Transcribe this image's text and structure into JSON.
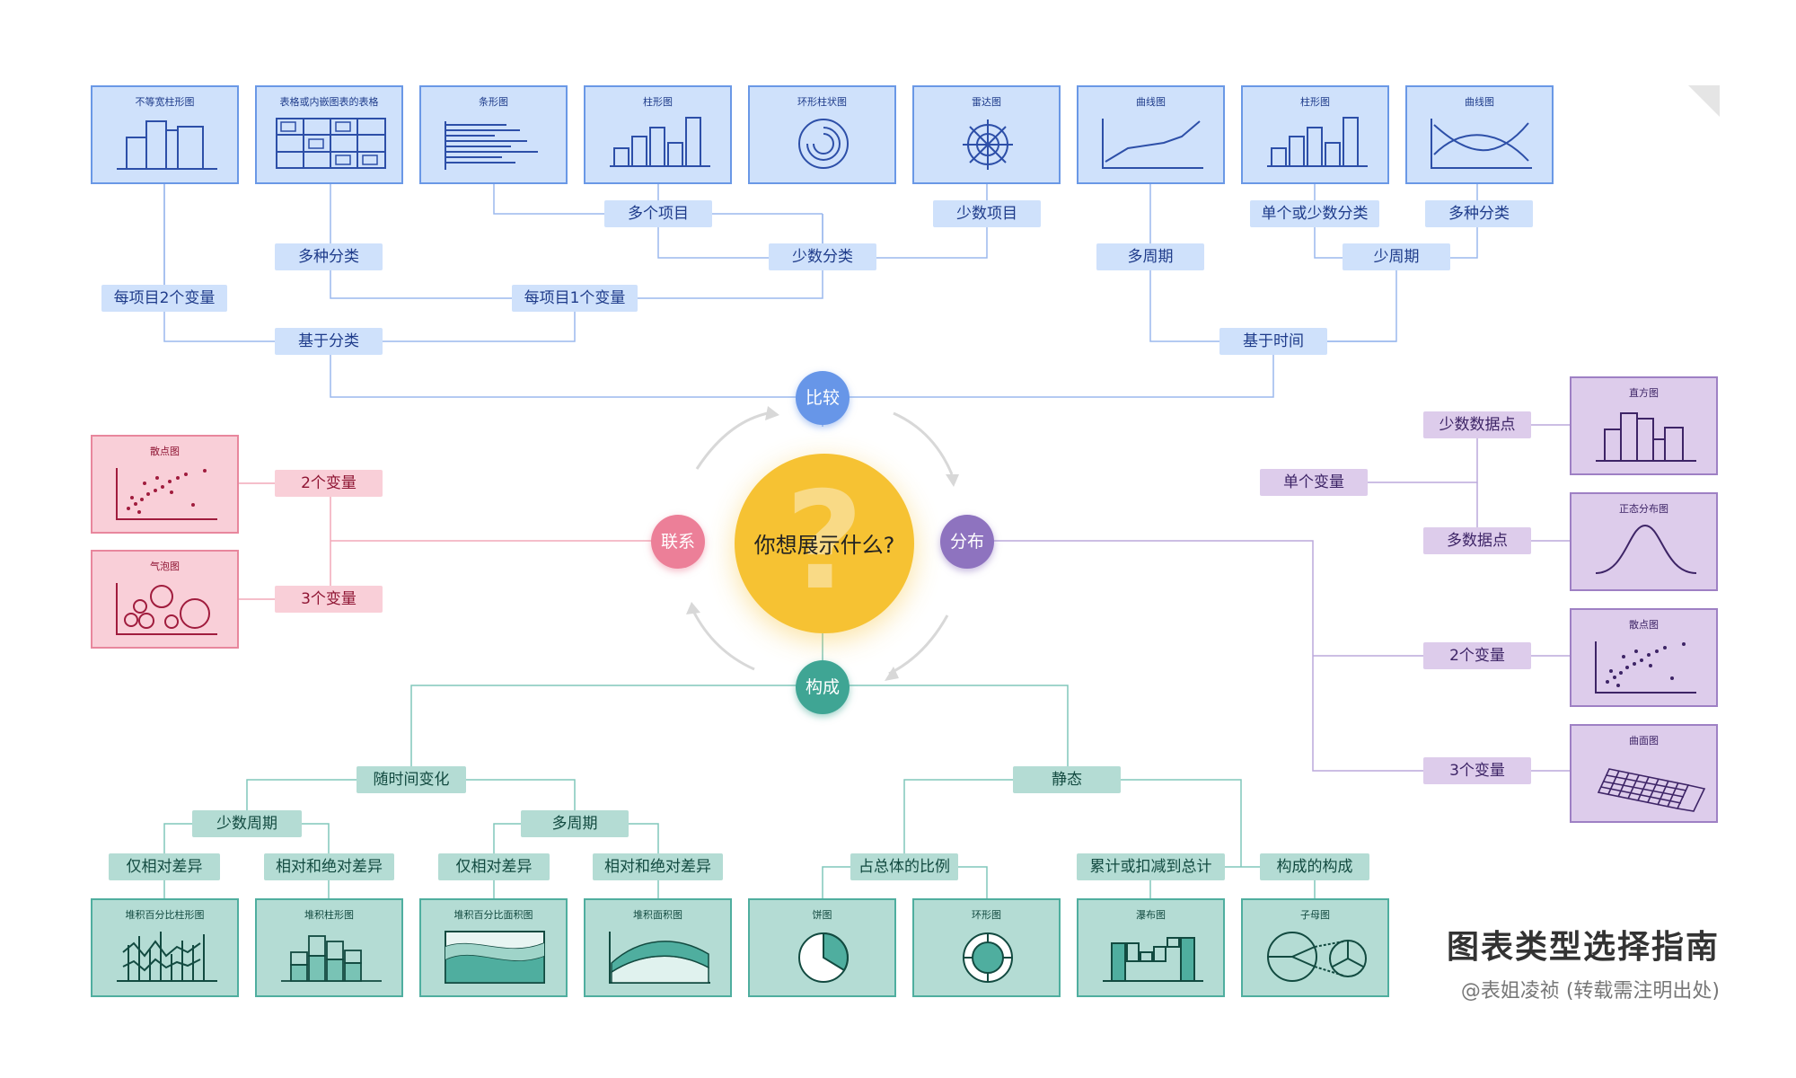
{
  "center": {
    "question": "你想展示什么?",
    "mark": "?"
  },
  "hubs": {
    "compare": "比较",
    "distribution": "分布",
    "relation": "联系",
    "composition": "构成"
  },
  "compare": {
    "labels": {
      "per_item_two_vars": "每项目2个变量",
      "multi_category": "多种分类",
      "per_item_one_var": "每项目1个变量",
      "by_category": "基于分类",
      "many_items": "多个项目",
      "few_categories": "少数分类",
      "few_items": "少数项目",
      "many_periods": "多周期",
      "single_or_few_categories": "单个或少数分类",
      "multi_category_time": "多种分类",
      "few_periods": "少周期",
      "by_time": "基于时间"
    },
    "cards": {
      "variable_width_column": "不等宽柱形图",
      "table_embedded": "表格或内嵌图表的表格",
      "bar": "条形图",
      "column": "柱形图",
      "circular_column": "环形柱状图",
      "radar": "雷达图",
      "line": "曲线图",
      "column_time": "柱形图",
      "line_multi": "曲线图"
    }
  },
  "relation": {
    "labels": {
      "two_vars": "2个变量",
      "three_vars": "3个变量"
    },
    "cards": {
      "scatter": "散点图",
      "bubble": "气泡图"
    }
  },
  "distribution": {
    "labels": {
      "single_var": "单个变量",
      "few_points": "少数数据点",
      "many_points": "多数据点",
      "two_vars": "2个变量",
      "three_vars": "3个变量"
    },
    "cards": {
      "histogram": "直方图",
      "normal": "正态分布图",
      "scatter": "散点图",
      "surface": "曲面图"
    }
  },
  "composition": {
    "labels": {
      "over_time": "随时间变化",
      "few_periods": "少数周期",
      "many_periods": "多周期",
      "relative_only_a": "仅相对差异",
      "relative_absolute_a": "相对和绝对差异",
      "relative_only_b": "仅相对差异",
      "relative_absolute_b": "相对和绝对差异",
      "static": "静态",
      "share_of_total": "占总体的比例",
      "accumulate": "累计或扣减到总计",
      "components": "构成的构成"
    },
    "cards": {
      "stacked_100_column": "堆积百分比柱形图",
      "stacked_column": "堆积柱形图",
      "stacked_100_area": "堆积百分比面积图",
      "stacked_area": "堆积面积图",
      "pie": "饼图",
      "donut": "环形图",
      "waterfall": "瀑布图",
      "sub_pie": "子母图"
    }
  },
  "footer": {
    "title": "图表类型选择指南",
    "credit": "@表姐凌祯 (转载需注明出处)"
  },
  "colors": {
    "blue": "#6a98e6",
    "pink": "#ec7f98",
    "purple": "#8e73bf",
    "teal": "#3fa594",
    "yellow": "#f6c233"
  }
}
